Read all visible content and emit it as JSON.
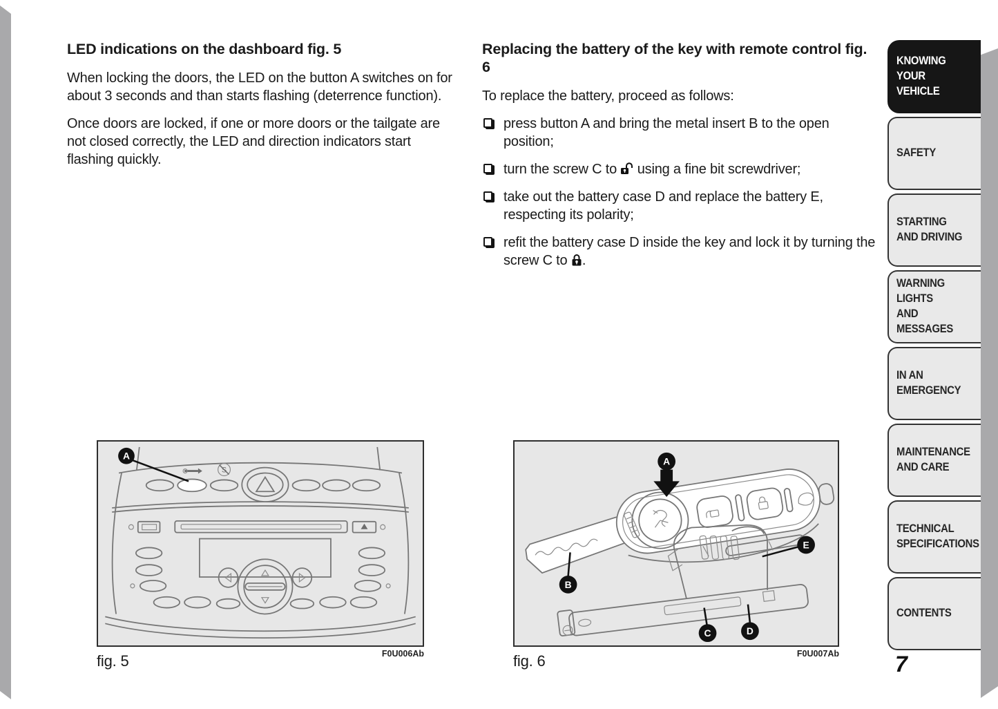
{
  "doc": {
    "page_number": "7",
    "left_column": {
      "heading": "LED indications on the dashboard fig. 5",
      "para1": "When locking the doors, the LED on the button A switches on for about 3 seconds and than starts flashing (deterrence function).",
      "para2": "Once doors are locked, if one or more doors or the tailgate are not closed correctly, the LED and direction indicators start flashing quickly."
    },
    "right_column": {
      "heading": "Replacing the battery of the key with remote control fig. 6",
      "intro": "To replace the battery, proceed as follows:",
      "bullets": [
        {
          "pre": "press button A and bring the metal insert B to the open position;",
          "post": ""
        },
        {
          "pre": "turn the screw C to ",
          "post": " using a fine bit screwdriver;"
        },
        {
          "pre": "take out the battery case D and replace the battery E, respecting its polarity;",
          "post": ""
        },
        {
          "pre": "refit the battery case D inside the key and lock it by turning the screw C to ",
          "post": "."
        }
      ]
    },
    "figure5": {
      "caption": "fig. 5",
      "code": "F0U006Ab",
      "label_a": "A"
    },
    "figure6": {
      "caption": "fig. 6",
      "code": "F0U007Ab",
      "labels": {
        "a": "A",
        "b": "B",
        "c": "C",
        "d": "D",
        "e": "E"
      }
    },
    "sidebar": {
      "tabs": [
        {
          "label": "KNOWING\nYOUR VEHICLE",
          "active": true
        },
        {
          "label": "SAFETY",
          "active": false
        },
        {
          "label": "STARTING\nAND DRIVING",
          "active": false
        },
        {
          "label": "WARNING LIGHTS\nAND MESSAGES",
          "active": false
        },
        {
          "label": "IN AN\nEMERGENCY",
          "active": false
        },
        {
          "label": "MAINTENANCE\nAND CARE",
          "active": false
        },
        {
          "label": "TECHNICAL\nSPECIFICATIONS",
          "active": false
        },
        {
          "label": "CONTENTS",
          "active": false
        }
      ]
    },
    "colors": {
      "tab_active_bg": "#161616",
      "tab_bg": "#e9e9e9",
      "figure_bg": "#e7e7e7",
      "edge_strip": "#a9a9ab"
    }
  }
}
